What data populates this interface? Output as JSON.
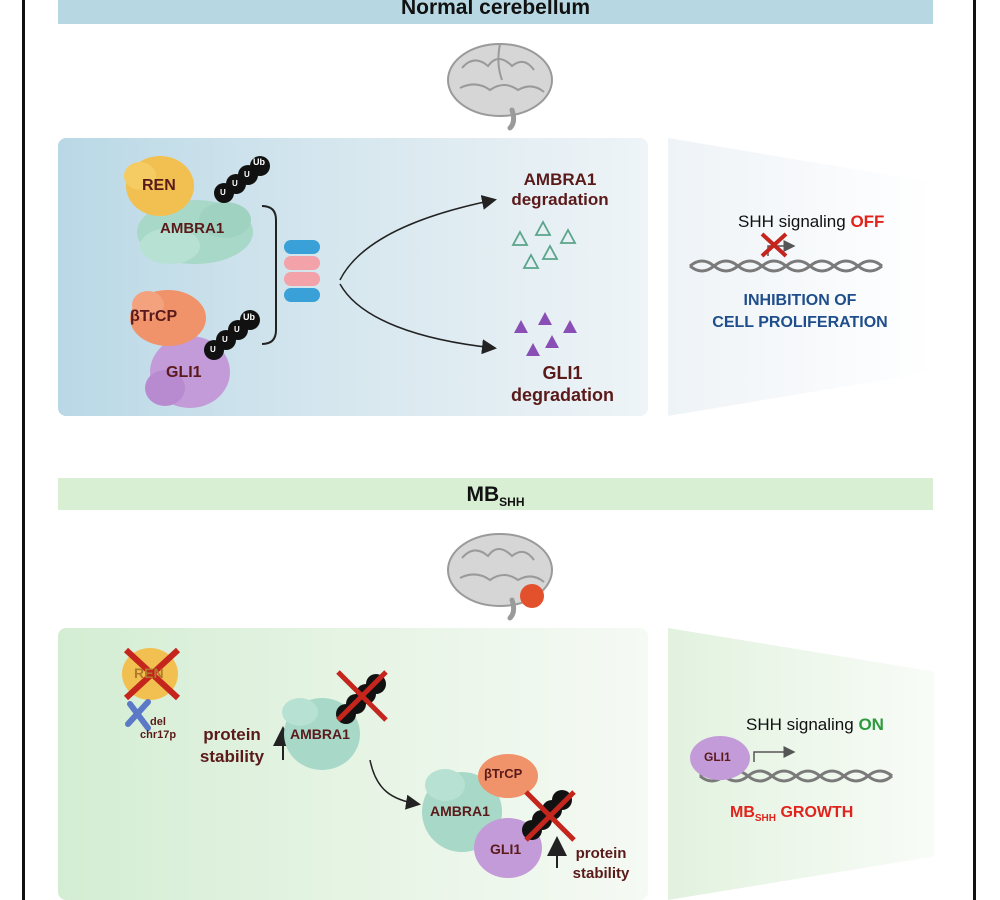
{
  "top_section": {
    "banner": "Normal cerebellum",
    "protein_ren": "REN",
    "protein_ambra1": "AMBRA1",
    "protein_btrcp": "βTrCP",
    "protein_gli1": "GLI1",
    "ub": "Ub",
    "u": "U",
    "ambra1_deg_line1": "AMBRA1",
    "ambra1_deg_line2": "degradation",
    "gli1_deg_line1": "GLI1",
    "gli1_deg_line2": "degradation",
    "signaling_prefix": "SHH signaling ",
    "signaling_state": "OFF",
    "outcome_line1": "INHIBITION OF",
    "outcome_line2": "CELL PROLIFERATION"
  },
  "bottom_section": {
    "banner_main": "MB",
    "banner_sub": "SHH",
    "protein_ren": "REN",
    "del": "del",
    "chr": "chr17p",
    "stability_line1": "protein",
    "stability_line2": "stability",
    "protein_ambra1": "AMBRA1",
    "complex_btrcp": "βTrCP",
    "complex_ambra1": "AMBRA1",
    "complex_gli1": "GLI1",
    "stability2_line1": "protein",
    "stability2_line2": "stability",
    "signaling_prefix": "SHH signaling ",
    "signaling_state": "ON",
    "gli1_label": "GLI1",
    "growth_main": "MB",
    "growth_sub": "SHH",
    "growth_tail": " GROWTH"
  },
  "colors": {
    "off": "#e0241c",
    "on": "#2d9a3c",
    "navy": "#1f4e8c",
    "dark_red": "#5a1a1a"
  }
}
